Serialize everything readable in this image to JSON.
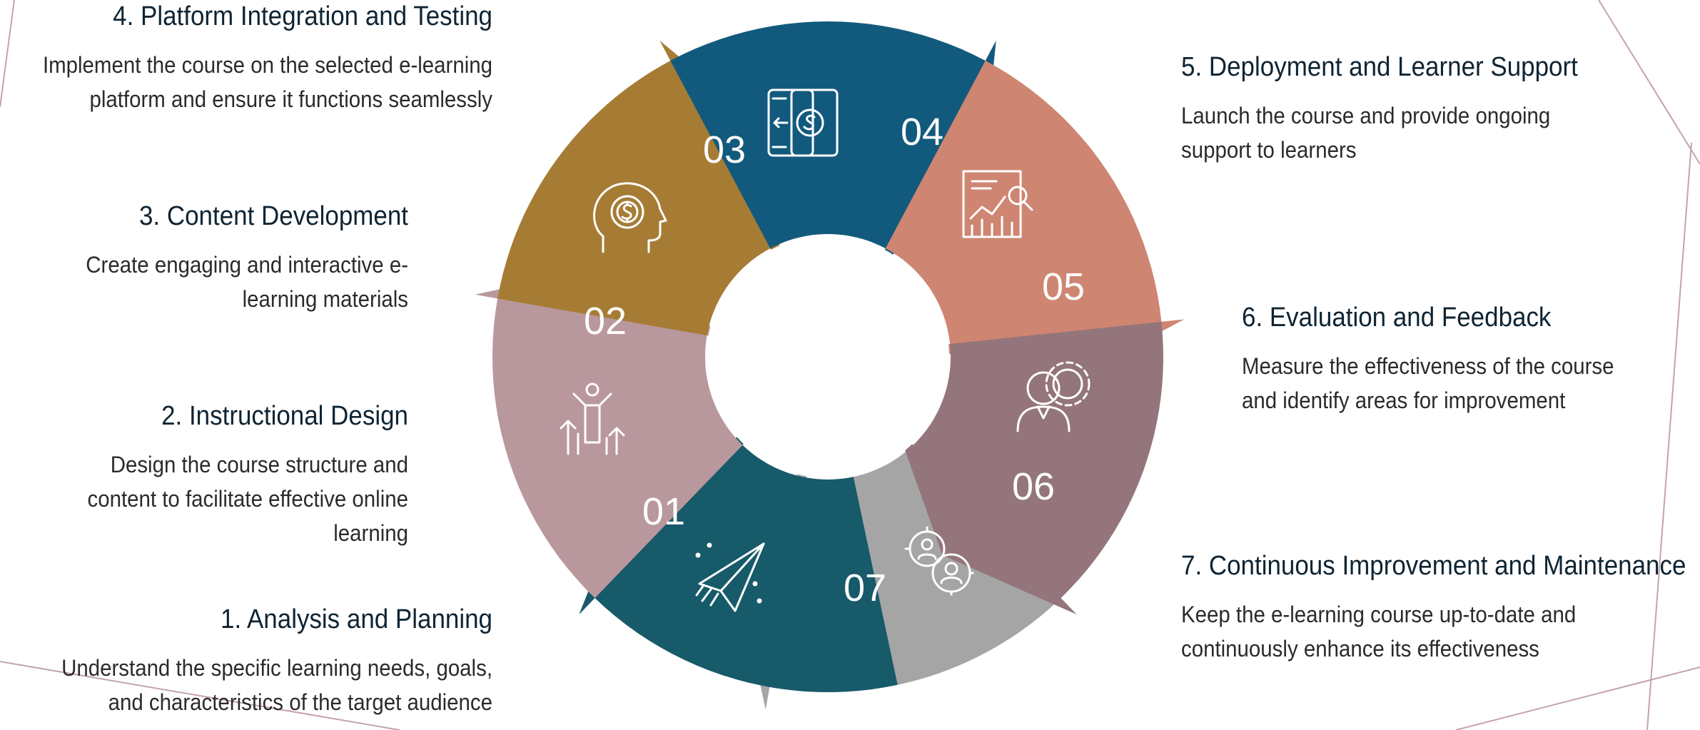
{
  "colors": {
    "step1": "#175a6a",
    "step2": "#b9989d",
    "step3": "#a67c35",
    "step4": "#125a7d",
    "step5": "#ce8571",
    "step6": "#94757b",
    "step7": "#a5a5a5",
    "decor_line": "#c4a3ab"
  },
  "steps": [
    {
      "num": "01",
      "title": "1. Analysis and Planning",
      "desc": "Understand the specific learning needs, goals, and characteristics of the target audience",
      "icon": "paper-plane-icon"
    },
    {
      "num": "02",
      "title": "2. Instructional Design",
      "desc": "Design the course structure and content to facilitate effective online learning",
      "icon": "growth-person-arrows-icon"
    },
    {
      "num": "03",
      "title": "3. Content Development",
      "desc": "Create engaging and interactive e-learning materials",
      "icon": "head-dollar-icon"
    },
    {
      "num": "04",
      "title": "4. Platform Integration and Testing",
      "desc": "Implement the course on the selected e-learning platform and ensure it functions seamlessly",
      "icon": "mobile-payment-icon"
    },
    {
      "num": "05",
      "title": "5. Deployment and Learner Support",
      "desc": "Launch the course and provide ongoing support to learners",
      "icon": "report-magnifier-icon"
    },
    {
      "num": "06",
      "title": "6. Evaluation and Feedback",
      "desc": "Measure the effectiveness of the course and identify areas for improvement",
      "icon": "person-gear-icon"
    },
    {
      "num": "07",
      "title": "7. Continuous Improvement and Maintenance",
      "desc": "Keep the e-learning course up-to-date and continuously enhance its effectiveness",
      "icon": "target-people-icon"
    }
  ]
}
